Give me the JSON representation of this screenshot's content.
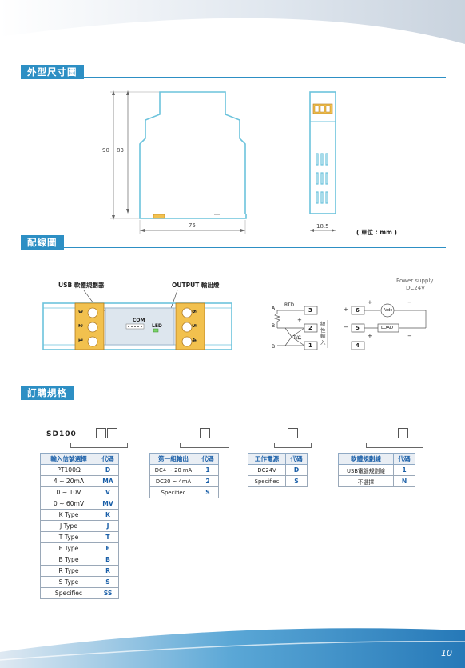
{
  "sections": {
    "dimensions_title": "外型尺寸圖",
    "wiring_title": "配線圖",
    "ordering_title": "訂購規格"
  },
  "dimensions": {
    "height_outer": "90",
    "height_inner": "83",
    "width": "75",
    "depth": "18.5",
    "unit_note": "( 單位 : mm )"
  },
  "wiring": {
    "usb_label": "USB 軟體規劃器",
    "output_label": "OUTPUT  輸出燈",
    "com_label": "COM",
    "led_label": "LED",
    "left_terminals": [
      "3",
      "2",
      "1"
    ],
    "right_terminals": [
      "6",
      "5",
      "4"
    ],
    "power_supply": "Power supply",
    "power_voltage": "DC24V",
    "rtd_label": "RTD",
    "tc_label": "T/C",
    "point_a": "A",
    "point_b1": "B",
    "point_b2": "B",
    "input_label": "線性輸入",
    "vdc_label": "Vdc",
    "load_label": "LOAD",
    "term_3": "3",
    "term_2": "2",
    "term_1": "1",
    "term_6": "6",
    "term_5": "5",
    "term_4": "4",
    "plus": "+",
    "minus": "−"
  },
  "ordering": {
    "model": "SD100",
    "input_table": {
      "headers": [
        "輸入信號選擇",
        "代碼"
      ],
      "rows": [
        [
          "PT100Ω",
          "D"
        ],
        [
          "4 ~ 20mA",
          "MA"
        ],
        [
          "0 ~ 10V",
          "V"
        ],
        [
          "0 ~ 60mV",
          "MV"
        ],
        [
          "K Type",
          "K"
        ],
        [
          "J  Type",
          "J"
        ],
        [
          "T  Type",
          "T"
        ],
        [
          "E  Type",
          "E"
        ],
        [
          "B  Type",
          "B"
        ],
        [
          "R  Type",
          "R"
        ],
        [
          "S  Type",
          "S"
        ],
        [
          "Specifiec",
          "SS"
        ]
      ]
    },
    "output_table": {
      "headers": [
        "第一組輸出",
        "代碼"
      ],
      "rows": [
        [
          "DC4 ~ 20 mA",
          "1"
        ],
        [
          "DC20 ~ 4mA",
          "2"
        ],
        [
          "Specifiec",
          "S"
        ]
      ]
    },
    "power_table": {
      "headers": [
        "工作電源",
        "代碼"
      ],
      "rows": [
        [
          "DC24V",
          "D"
        ],
        [
          "Specifiec",
          "S"
        ]
      ]
    },
    "software_table": {
      "headers": [
        "軟體規劃線",
        "代碼"
      ],
      "rows": [
        [
          "USB電腦規劃線",
          "1"
        ],
        [
          "不選擇",
          "N"
        ]
      ]
    }
  },
  "page_number": "10",
  "colors": {
    "accent": "#2d8fc4",
    "outline": "#6cc3dc",
    "terminal": "#f2c14e"
  }
}
